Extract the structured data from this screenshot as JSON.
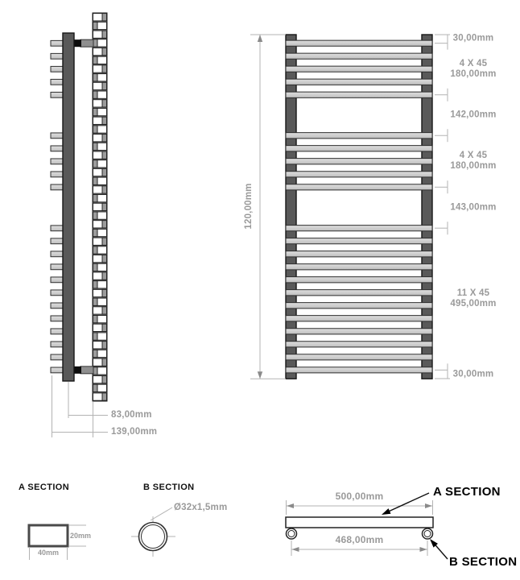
{
  "drawing": "towel-radiator-technical-drawing",
  "colors": {
    "background": "#ffffff",
    "tube_fill": "#595959",
    "tube_stroke": "#161616",
    "rung_fill_top": "#dedede",
    "rung_fill_bottom": "#bfbfbf",
    "rung_stroke": "#2e2e2e",
    "wall_mortar": "#9c9c9c",
    "brick_fill": "#ffffff",
    "brick_stroke": "#222222",
    "bracket_block": "#0d0d0d",
    "bracket_arm": "#8f8f8f",
    "dim_line": "#b3b3b3",
    "dim_text": "#9a9a9a",
    "outline": "#222222",
    "callout_text": "#000000"
  },
  "front_view": {
    "overall_height_label": "120,00mm",
    "segments": [
      {
        "from_mm": 0,
        "to_mm": 30,
        "label_lines": [
          "30,00mm"
        ]
      },
      {
        "from_mm": 30,
        "to_mm": 210,
        "label_lines": [
          "4 X 45",
          "180,00mm"
        ]
      },
      {
        "from_mm": 210,
        "to_mm": 352,
        "label_lines": [
          "142,00mm"
        ]
      },
      {
        "from_mm": 352,
        "to_mm": 532,
        "label_lines": [
          "4 X 45",
          "180,00mm"
        ]
      },
      {
        "from_mm": 532,
        "to_mm": 675,
        "label_lines": [
          "143,00mm"
        ]
      },
      {
        "from_mm": 675,
        "to_mm": 1170,
        "label_lines": [
          "11 X 45",
          "495,00mm"
        ]
      },
      {
        "from_mm": 1170,
        "to_mm": 1200,
        "label_lines": [
          "30,00mm"
        ]
      }
    ],
    "rung_centers_mm": [
      30,
      75,
      120,
      165,
      210,
      352,
      397,
      442,
      487,
      532,
      675,
      720,
      765,
      810,
      855,
      900,
      945,
      990,
      1035,
      1080,
      1125,
      1170
    ]
  },
  "side_view": {
    "dim_tube_to_wall": "83,00mm",
    "dim_rung_to_wall": "139,00mm"
  },
  "section_a": {
    "title": "A SECTION",
    "width_label": "40mm",
    "height_label": "20mm"
  },
  "section_b": {
    "title": "B SECTION",
    "diameter_label": "Ø32x1,5mm"
  },
  "bottom_view": {
    "overall_width_label": "500,00mm",
    "tube_centers_label": "468,00mm",
    "a_callout": "A SECTION",
    "b_callout": "B SECTION"
  }
}
